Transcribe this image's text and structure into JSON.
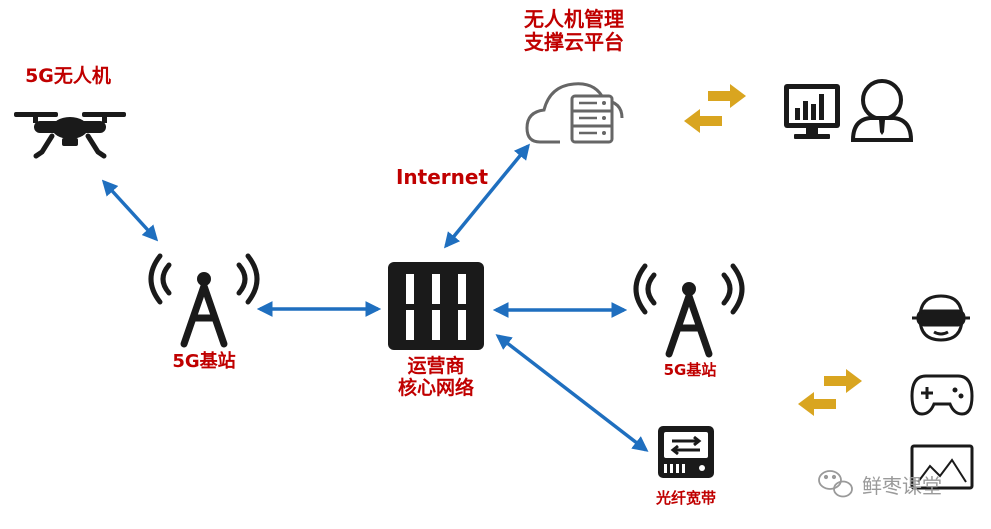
{
  "labels": {
    "drone": "5G无人机",
    "cloud_line1": "无人机管理",
    "cloud_line2": "支撑云平台",
    "internet": "Internet",
    "base_station_left": "5G基站",
    "core_line1": "运营商",
    "core_line2": "核心网络",
    "base_station_right": "5G基站",
    "broadband": "光纤宽带"
  },
  "watermark": "鲜枣课堂",
  "colors": {
    "label_red": "#c00000",
    "arrow_blue": "#1f6fbf",
    "arrow_gold": "#d9a520",
    "icon_dark": "#1a1a1a",
    "icon_gray": "#555555"
  },
  "icons": [
    "drone-icon",
    "cloud-server-icon",
    "monitor-chart-icon",
    "user-icon",
    "antenna-icon",
    "server-rack-icon",
    "vr-headset-icon",
    "gamepad-icon",
    "display-icon",
    "hard-disk-icon",
    "wechat-icon"
  ]
}
